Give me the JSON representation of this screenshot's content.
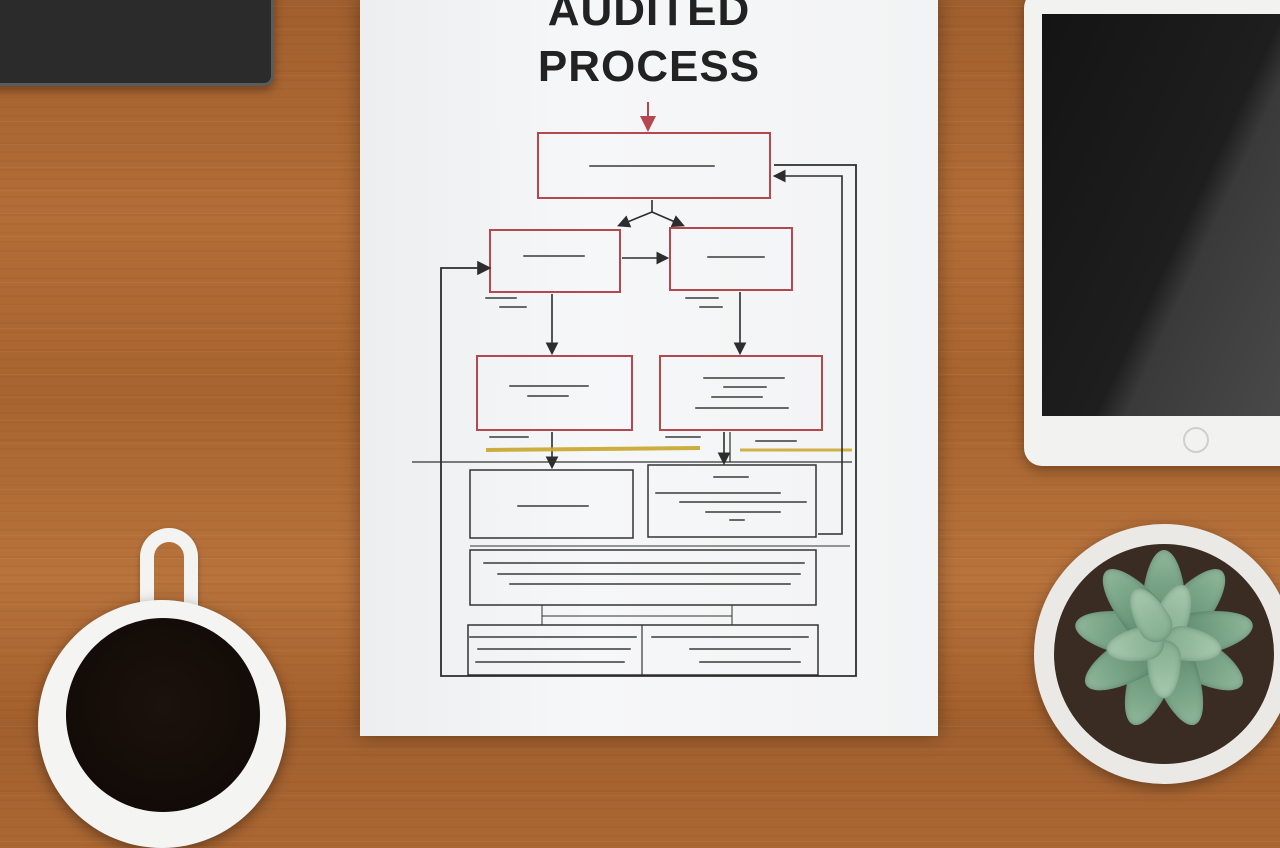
{
  "document": {
    "title_line1": "AUDITED",
    "title_line2": "PROCESS"
  },
  "colors": {
    "box_border": "#b5484f",
    "line": "#2d2d2d",
    "highlight": "#c9a62a",
    "paper": "#f4f5f6",
    "desk": "#a9652f"
  },
  "objects": [
    "tablet-dark",
    "paper-flowchart",
    "tablet-white",
    "coffee-mug",
    "succulent-plant"
  ]
}
